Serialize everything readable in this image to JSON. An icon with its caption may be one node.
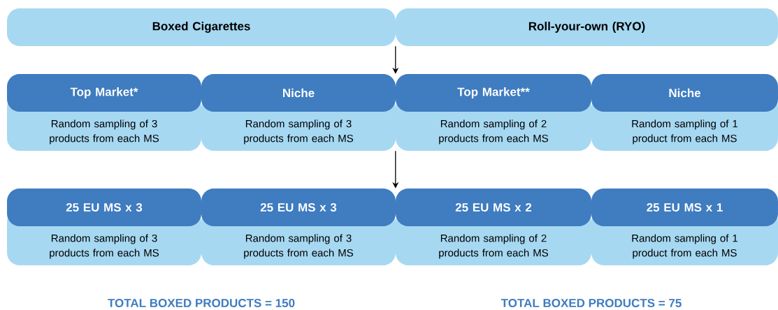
{
  "diagram": {
    "nodes": [
      {
        "text": [
          "Boxed Cigarettes"
        ]
      },
      {
        "text": [
          "Roll-your-own (RYO)"
        ]
      },
      {
        "text": [
          "Top Market*",
          "Random sampling of 3 products from each MS"
        ]
      },
      {
        "text": [
          "Niche",
          "Random sampling of 3 products from each MS"
        ]
      },
      {
        "text": [
          "Top Market**",
          "Random sampling of 2 products from each MS"
        ]
      },
      {
        "text": [
          "Niche",
          "Random sampling of 1 product from each MS"
        ]
      },
      {
        "text": [
          "25 EU MS x 3",
          "Random sampling of 3 products from each MS"
        ]
      },
      {
        "text": [
          "25 EU MS x 3",
          "Random sampling of 3 products from each MS"
        ]
      },
      {
        "text": [
          "25 EU MS x 2",
          "Random sampling of 2 products from each MS"
        ]
      },
      {
        "text": [
          "25 EU MS x 1",
          "Random sampling of 1 product from each MS"
        ]
      }
    ],
    "edges": [
      {
        "from": 1,
        "to": 4,
        "arrow": "to"
      },
      {
        "from": 4,
        "to": 8,
        "arrow": "to"
      }
    ],
    "labels": [
      "TOTAL BOXED PRODUCTS = 150",
      "TOTAL BOXED PRODUCTS = 75"
    ]
  }
}
